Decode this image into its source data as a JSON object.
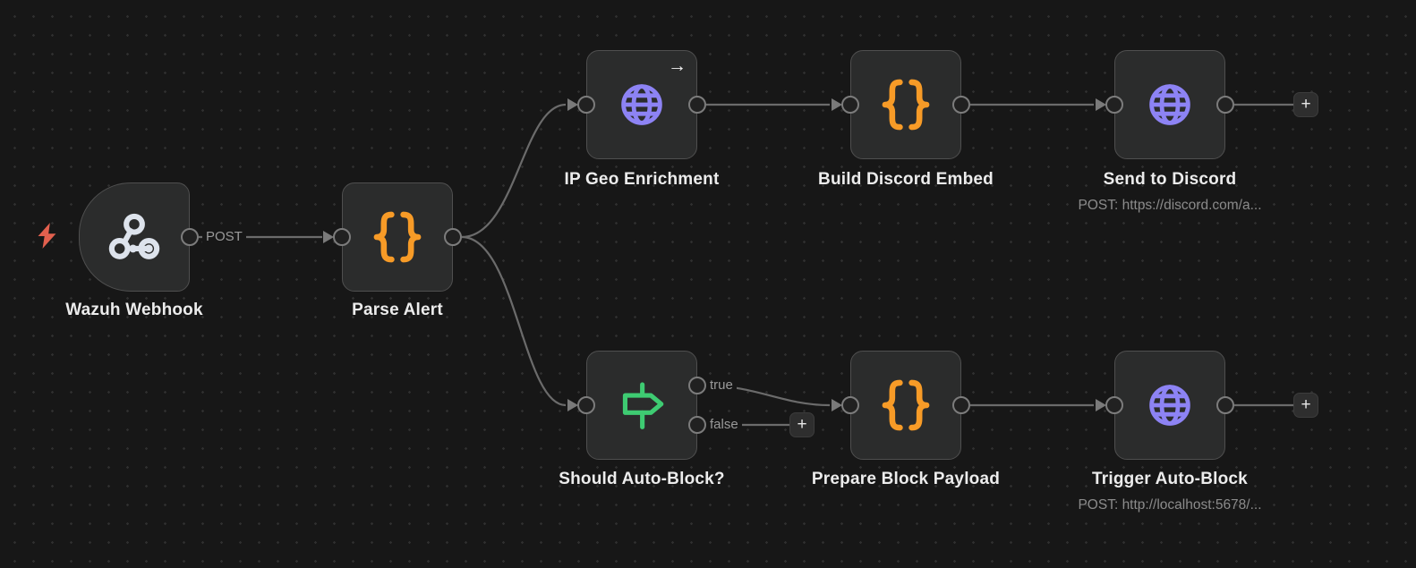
{
  "app": "n8n-workflow-canvas",
  "connection_labels": {
    "post": "POST",
    "true": "true",
    "false": "false"
  },
  "plus": "+",
  "colors": {
    "canvas_bg": "#171717",
    "node_bg": "#2b2c2c",
    "node_border": "#4f4f4f",
    "wire": "#6b6b6b",
    "code_icon": "#f79b27",
    "http_icon": "#8d83f4",
    "if_icon": "#3ecb72",
    "webhook_icon": "#dde3ec",
    "bolt_icon": "#e2604e",
    "label_text": "#ececec",
    "sublabel_text": "#8b8b8b"
  },
  "nodes": [
    {
      "label": "Wazuh Webhook",
      "type": "webhook-trigger",
      "icon": "webhook-icon"
    },
    {
      "label": "Parse Alert",
      "type": "code",
      "icon": "code-icon"
    },
    {
      "label": "IP Geo Enrichment",
      "type": "http-request",
      "icon": "globe-icon",
      "badge": "→"
    },
    {
      "label": "Build Discord Embed",
      "type": "code",
      "icon": "code-icon"
    },
    {
      "label": "Send to Discord",
      "type": "http-request",
      "icon": "globe-icon",
      "sublabel": "POST: https://discord.com/a..."
    },
    {
      "label": "Should Auto-Block?",
      "type": "if",
      "icon": "signpost-icon"
    },
    {
      "label": "Prepare Block Payload",
      "type": "code",
      "icon": "code-icon"
    },
    {
      "label": "Trigger Auto-Block",
      "type": "http-request",
      "icon": "globe-icon",
      "sublabel": "POST: http://localhost:5678/..."
    }
  ]
}
